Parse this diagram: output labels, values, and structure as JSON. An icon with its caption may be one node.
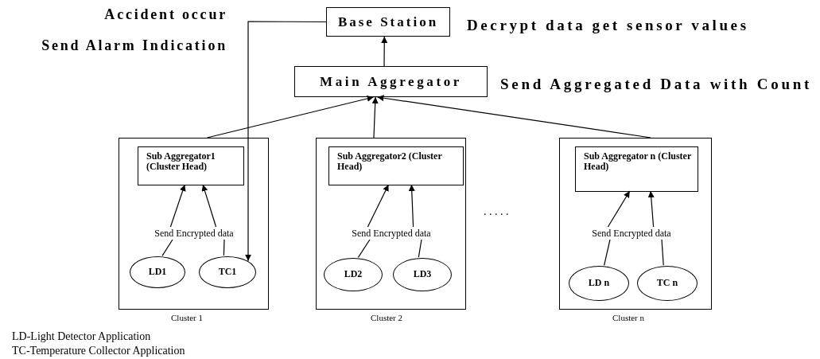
{
  "diagram": {
    "nodes": [
      {
        "text": [
          "Base Station"
        ],
        "beside": [
          "Decrypt data get sensor values"
        ]
      },
      {
        "text": [
          "Main Aggregator"
        ],
        "beside": [
          "Send Aggregated Data with Count"
        ]
      },
      {
        "text": [],
        "shape": "box",
        "beside": [
          "Cluster 1"
        ]
      },
      {
        "text": [
          "Sub Aggregator1 (Cluster Head)"
        ],
        "in": 2
      },
      {
        "text": [
          "Send Encrypted data"
        ],
        "in": 2
      },
      {
        "text": [
          "LD1"
        ],
        "in": 2
      },
      {
        "text": [
          "TC1"
        ],
        "in": 2
      },
      {
        "text": [],
        "shape": "box",
        "beside": [
          "Cluster 2"
        ]
      },
      {
        "text": [
          "Sub Aggregator2 (Cluster Head)"
        ],
        "in": 7
      },
      {
        "text": [
          "Send Encrypted data"
        ],
        "in": 7
      },
      {
        "text": [
          "LD2"
        ],
        "in": 7
      },
      {
        "text": [
          "LD3"
        ],
        "in": 7
      },
      {
        "text": [],
        "shape": "box",
        "beside": [
          "Cluster n"
        ]
      },
      {
        "text": [
          "Sub Aggregator n (Cluster Head)"
        ],
        "in": 12
      },
      {
        "text": [
          "Send Encrypted data"
        ],
        "in": 12
      },
      {
        "text": [
          "LD n"
        ],
        "in": 12
      },
      {
        "text": [
          "TC n"
        ],
        "in": 12
      }
    ],
    "edges": [
      {
        "from": 1,
        "to": 0,
        "arrow": "to"
      },
      {
        "from": 2,
        "to": 1,
        "arrow": "to"
      },
      {
        "from": 7,
        "to": 1,
        "arrow": "to"
      },
      {
        "from": 12,
        "to": 1,
        "arrow": "to"
      },
      {
        "from": 0,
        "to": 6,
        "arrow": "to"
      },
      {
        "from": 5,
        "to": 4,
        "arrow": "none"
      },
      {
        "from": 6,
        "to": 4,
        "arrow": "none"
      },
      {
        "from": 4,
        "to": 3,
        "arrow": "to"
      },
      {
        "from": 4,
        "to": 3,
        "arrow": "to"
      },
      {
        "from": 10,
        "to": 9,
        "arrow": "none"
      },
      {
        "from": 11,
        "to": 9,
        "arrow": "none"
      },
      {
        "from": 9,
        "to": 8,
        "arrow": "to"
      },
      {
        "from": 9,
        "to": 8,
        "arrow": "to"
      },
      {
        "from": 15,
        "to": 14,
        "arrow": "none"
      },
      {
        "from": 16,
        "to": 14,
        "arrow": "none"
      },
      {
        "from": 14,
        "to": 13,
        "arrow": "to"
      },
      {
        "from": 14,
        "to": 13,
        "arrow": "to"
      }
    ],
    "labels": [
      "Accident occur",
      "Send Alarm Indication",
      ". . . . .",
      "LD-Light Detector Application",
      "TC-Temperature Collector Application"
    ]
  }
}
